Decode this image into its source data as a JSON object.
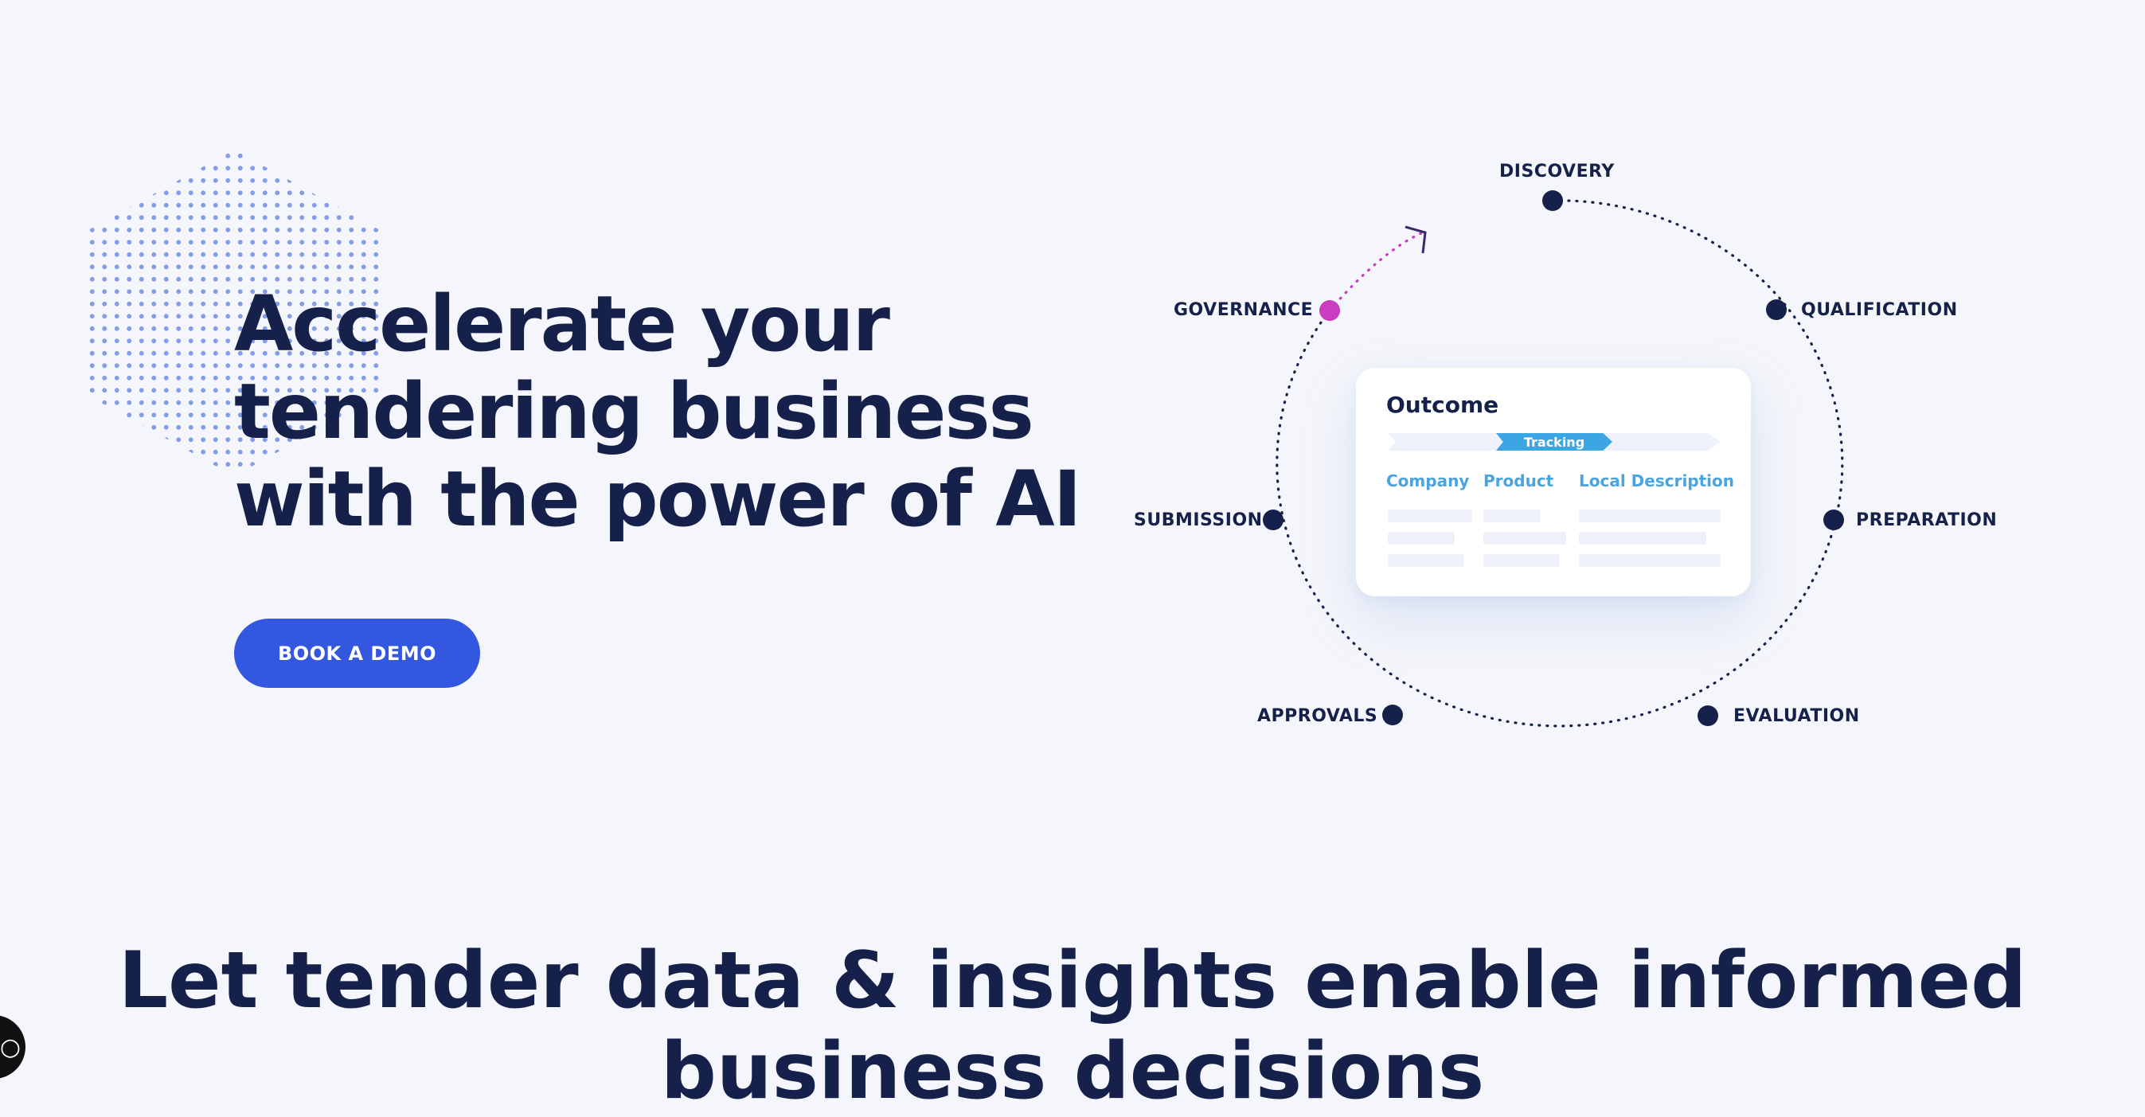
{
  "hero": {
    "title_lines": [
      "Accelerate your",
      "tendering business",
      "with the power of AI"
    ],
    "cta_label": "BOOK A DEMO"
  },
  "cycle": {
    "stages": {
      "discovery": "DISCOVERY",
      "qualification": "QUALIFICATION",
      "preparation": "PREPARATION",
      "evaluation": "EVALUATION",
      "approvals": "APPROVALS",
      "submission": "SUBMISSION",
      "governance": "GOVERNANCE"
    },
    "colors": {
      "node": "#15214a",
      "active_node": "#c93ec0"
    }
  },
  "outcome_card": {
    "title": "Outcome",
    "badge": "Tracking",
    "columns": [
      "Company",
      "Product",
      "Local Description"
    ]
  },
  "section": {
    "title_lines": [
      "Let tender data & insights enable informed",
      "business decisions"
    ]
  },
  "widgets": {
    "chat_icon": "chat-bubble-icon"
  },
  "colors": {
    "accent": "#3358df",
    "text": "#15214a",
    "background": "#f5f6fb",
    "card_accent": "#3ca5e3"
  }
}
